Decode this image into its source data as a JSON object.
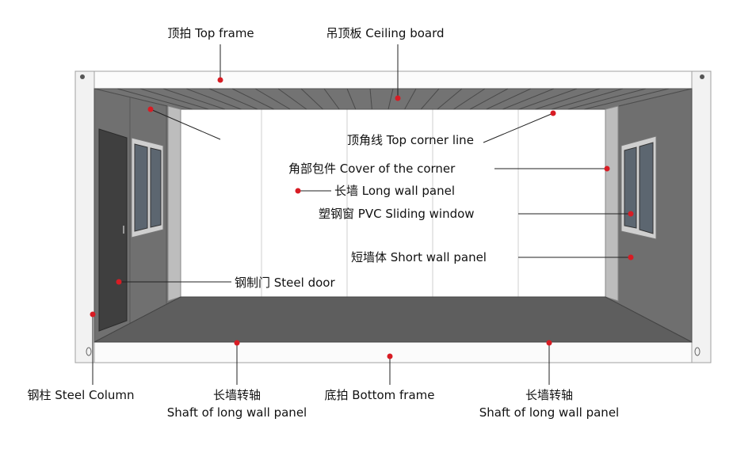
{
  "labels": {
    "top_frame": "顶拍 Top frame",
    "ceiling_board": "吊顶板 Ceiling board",
    "top_corner_line": "顶角线 Top corner line",
    "cover_corner": "角部包件 Cover of the corner",
    "long_wall_panel": "长墙 Long wall panel",
    "pvc_window": "塑钢窗 PVC Sliding window",
    "short_wall_panel": "短墙体 Short wall panel",
    "steel_door": "钢制门 Steel door",
    "steel_column": "钢柱 Steel Column",
    "shaft_left_cn": "长墙转轴",
    "shaft_left_en": "Shaft of long wall panel",
    "bottom_frame": "底拍 Bottom frame",
    "shaft_right_cn": "长墙转轴",
    "shaft_right_en": "Shaft of long wall panel"
  },
  "colors": {
    "marker": "#d81c24",
    "panel_gray": "#6e6e6e",
    "floor_gray": "#5f5f5f",
    "frame_white": "#f7f7f7",
    "back_wall": "#ffffff"
  }
}
